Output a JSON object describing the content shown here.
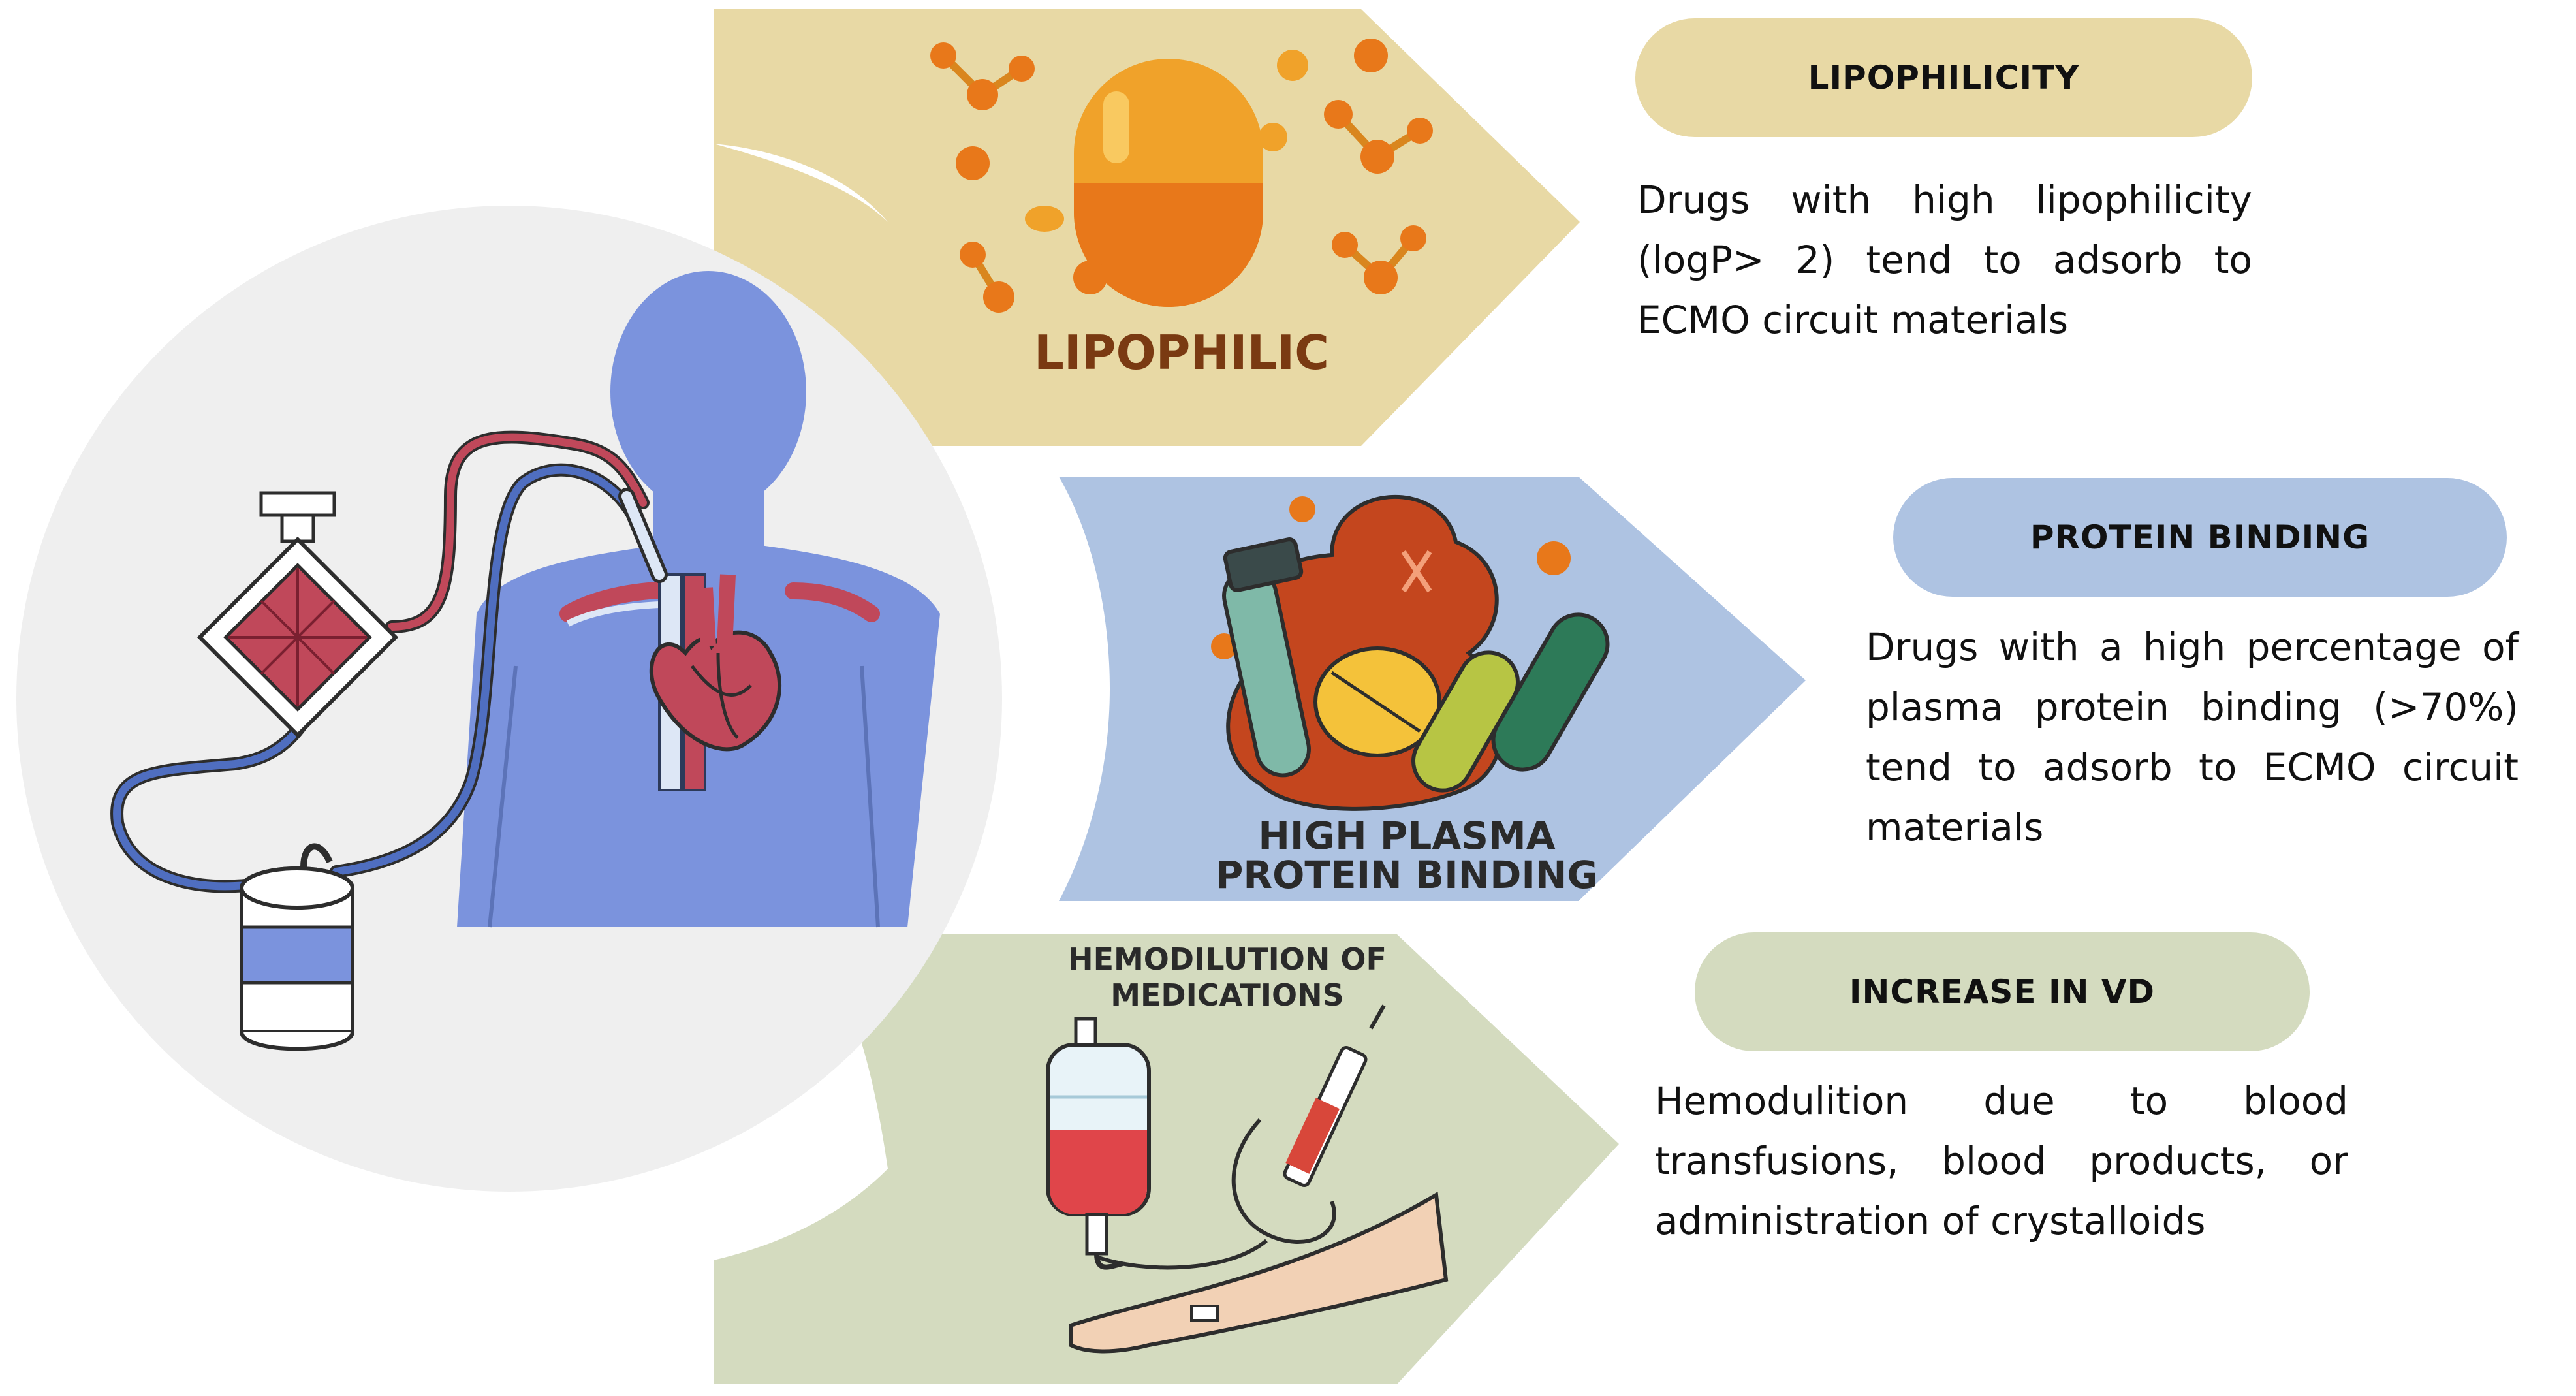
{
  "colors": {
    "circle_bg": "#efefef",
    "lipophilicity_bg": "#e8d9a5",
    "protein_bg": "#aec3e2",
    "vd_bg": "#d4dbbf",
    "body_blue": "#7b93dd",
    "tube_red": "#c0485a",
    "tube_blue": "#4f6ec0",
    "caption_brown": "#7a3a12",
    "caption_dark": "#2a2a2a"
  },
  "icons": [
    "ecmo-circuit-icon",
    "human-torso-icon",
    "heart-icon",
    "oxygenator-icon",
    "pump-icon",
    "capsule-icon",
    "molecule-icon",
    "protein-blob-icon",
    "test-tube-icon",
    "tablet-icon",
    "iv-bag-icon",
    "syringe-icon",
    "arm-icon"
  ],
  "sections": [
    {
      "id": "lipophilicity",
      "illustration_caption": "LIPOPHILIC",
      "title": "LIPOPHILICITY",
      "description_lines": [
        "Drugs with high lipophilicity",
        "(logP> 2) tend to adsorb to",
        "ECMO circuit materials"
      ]
    },
    {
      "id": "protein",
      "illustration_caption_lines": [
        "HIGH PLASMA",
        "PROTEIN BINDING"
      ],
      "title": "PROTEIN BINDING",
      "description_lines": [
        "Drugs with a high percentage of",
        "plasma protein binding (>70%)",
        "tend to adsorb to ECMO circuit",
        "materials"
      ]
    },
    {
      "id": "vd",
      "illustration_caption_lines": [
        "HEMODILUTION OF",
        "MEDICATIONS"
      ],
      "title": "INCREASE IN VD",
      "description_lines": [
        "Hemodulition due to blood",
        "transfusions, blood products, or",
        "administration of crystalloids"
      ]
    }
  ]
}
